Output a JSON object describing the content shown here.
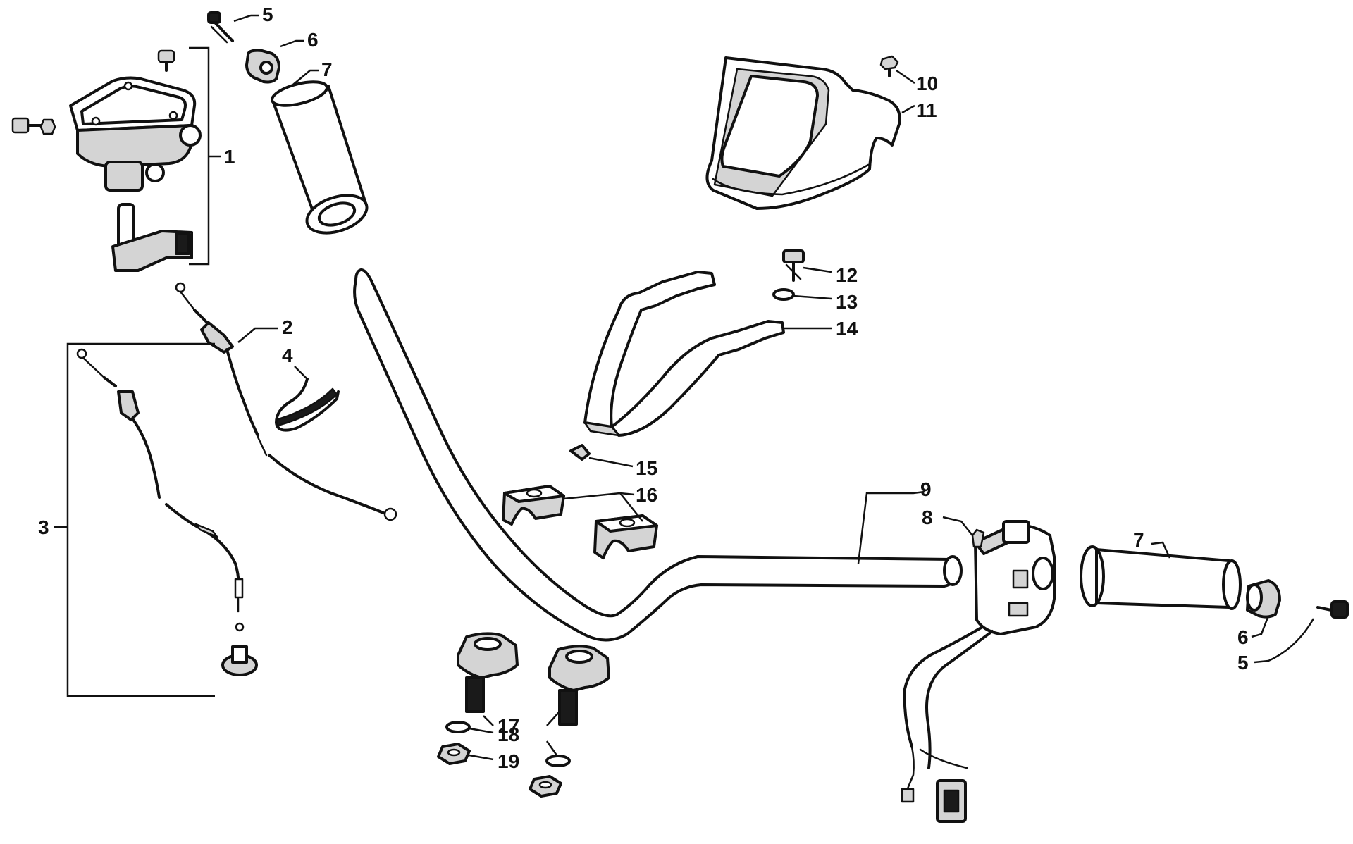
{
  "callouts": {
    "c1": "1",
    "c2": "2",
    "c3": "3",
    "c4": "4",
    "c5a": "5",
    "c5b": "5",
    "c6a": "6",
    "c6b": "6",
    "c7a": "7",
    "c7b": "7",
    "c8": "8",
    "c9": "9",
    "c10": "10",
    "c11": "11",
    "c12": "12",
    "c13": "13",
    "c14": "14",
    "c15": "15",
    "c16": "16",
    "c17": "17",
    "c18": "18",
    "c19": "19"
  }
}
